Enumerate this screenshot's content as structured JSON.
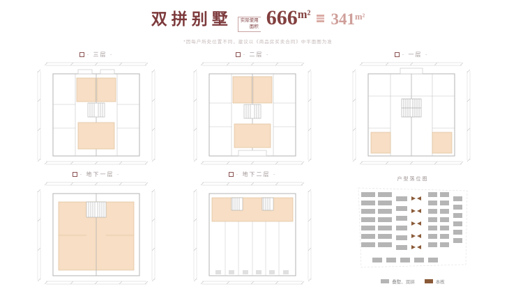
{
  "header": {
    "title": "双拼别墅",
    "usable_area_label": [
      "实际使用",
      "面积"
    ],
    "usable_area_value": "666",
    "gross_area_value": "341",
    "area_unit": "m²",
    "disclaimer": "*因每户所处位置不同，建议以《商品房买卖合同》中平面图为准"
  },
  "plans": [
    {
      "label": "· 三层 ·"
    },
    {
      "label": "· 二层 ·"
    },
    {
      "label": "· 一层 ·"
    },
    {
      "label": "· 地下一层 ·"
    },
    {
      "label": "· 地下二层 ·"
    }
  ],
  "site_plan": {
    "title": "户型落位图",
    "legend": [
      {
        "label": "叠墅、双拼"
      },
      {
        "label": "本栋"
      }
    ]
  },
  "colors": {
    "maroon": "#7c393b",
    "pink": "#cf9f9a",
    "peach": "#f7dec4",
    "brown": "#8a5a38",
    "gray_block": "#b5b5b5"
  }
}
